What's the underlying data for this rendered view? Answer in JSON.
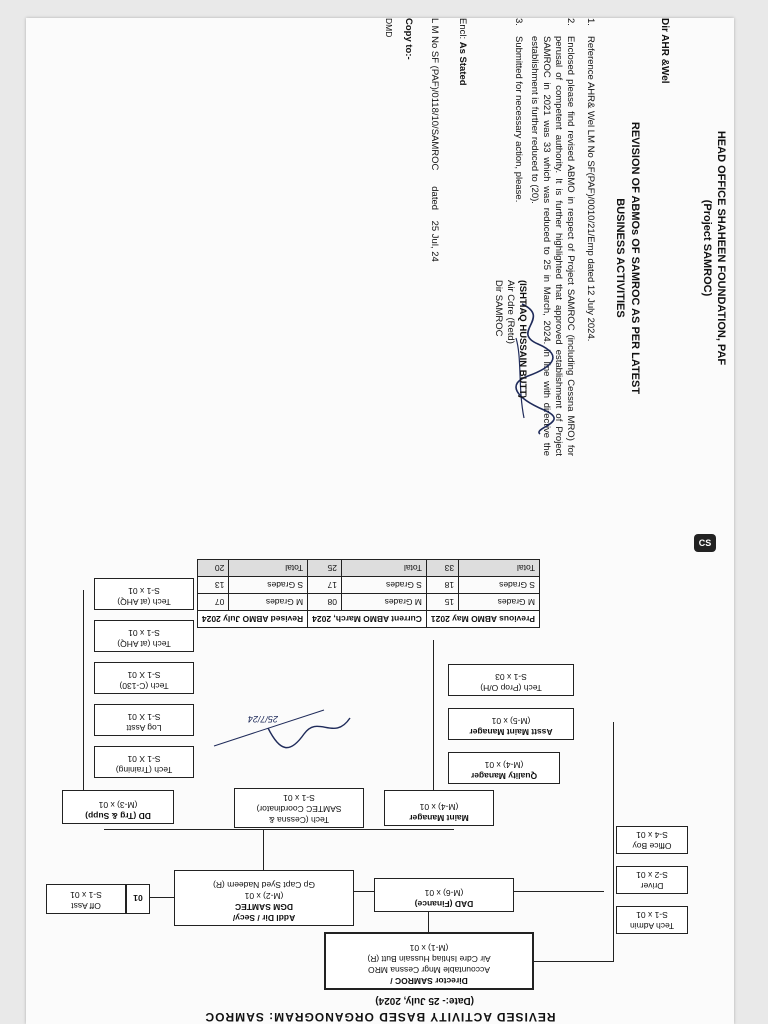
{
  "memo": {
    "org_name": "HEAD OFFICE SHAHEEN FOUNDATION, PAF",
    "org_project": "(Project SAMROC)",
    "to": "Dir AHR &Wel",
    "subject_line1": "REVISION OF ABMOs OF SAMROC AS PER LATEST",
    "subject_line2": "BUSINESS ACTIVITIES",
    "paragraphs": [
      {
        "num": "1.",
        "text": "Reference AHR& Wel LM No SF(PAF)/0010/21/Emp dated 12 July 2024."
      },
      {
        "num": "2.",
        "text": "Enclosed please find revised ABMO in respect of Project SAMROC (including Cessna MRO) for perusal of competent authority. It is further highlighted that approved establishment of Project SAMROC in 2021 was 33 which was reduced to 25 in March, 2024. In line with directive the establishment is further reduced to (20)."
      },
      {
        "num": "3.",
        "text": "Submitted for necessary action, please."
      }
    ],
    "signatory_name": "(ISHTIAQ HUSSAIN BUTT)",
    "signatory_rank": "Air Cdre (Retd)",
    "signatory_post": "Dir SAMROC",
    "encl_label": "Encl:",
    "encl_value": "As Stated",
    "lm_no": "L M No SF (PAF)/0118/10/SAMROC",
    "dated_label": "dated",
    "dated_value": "25 Jul, 24",
    "copy_to": "Copy to:-",
    "copy_list": "DMD",
    "scanner_badge": "CS"
  },
  "chart": {
    "title": "REVISED ACTIVITY BASED ORGANOGRAM: SAMROC",
    "date": "(Date:-     25 July, 2024)",
    "boxes": {
      "director": [
        "Director SAMROC /",
        "Accountable Mngr Cessna MRO",
        "Air Cdre Ishtiaq Hussain Butt (R)",
        "(M-1) x 01"
      ],
      "tech_admin": [
        "Tech Admin",
        "S-1 x 01"
      ],
      "driver": [
        "Driver",
        "S-2 x 01"
      ],
      "office_boy": [
        "Office Boy",
        "S-4 x 01"
      ],
      "addl_dir": [
        "Addl Dir / Secy/",
        "DGM SAMTEC",
        "(M-2) x 01",
        "Gp Capt Syed Nadeem (R)"
      ],
      "dad_finance": [
        "DAD (Finance)",
        "(M-6)  x  01"
      ],
      "off_asst": [
        "Off Asst",
        "S-1 x 01"
      ],
      "off_asst_count": "01",
      "maint_manager": [
        "Maint Manager",
        "(M-4)  x 01"
      ],
      "tech_cessna": [
        "Tech (Cessna &",
        "SAMTEC Coordinator)",
        "S-1 x 01"
      ],
      "dd_trg": [
        "DD (Trg & Supp)",
        "(M-3)  x 01"
      ],
      "quality_manager": [
        "Quality Manager",
        "(M-4) x 01"
      ],
      "asstt_maint": [
        "Asstt Maint Manager",
        "(M-5) x 01"
      ],
      "tech_prop": [
        "Tech (Prop O/H)",
        "S-1  x 03"
      ],
      "tech_training": [
        "Tech (Training)",
        "S-1 X 01"
      ],
      "log_asst": [
        "Log Asstt",
        "S-1  X  01"
      ],
      "tech_c130": [
        "Tech (C-130)",
        "S-1 X 01"
      ],
      "tech_ahq1": [
        "Tech (at AHQ)",
        "S-1 x 01"
      ],
      "tech_ahq2": [
        "Tech (at AHQ)",
        "S-1 x 01"
      ]
    },
    "table": {
      "headers": [
        "Previous ABMO May 2021",
        "Current ABMO March, 2024",
        "Revised ABMO July 2024"
      ],
      "rows": [
        [
          "M Grades",
          "15",
          "M Grades",
          "08",
          "M Grades",
          "07"
        ],
        [
          "S  Grades",
          "18",
          "S  Grades",
          "17",
          "S  Grades",
          "13"
        ],
        [
          "Total",
          "33",
          "Total",
          "25",
          "Total",
          "20"
        ]
      ]
    },
    "initials_date": "25/7/24"
  },
  "colors": {
    "ink": "#111111",
    "paper": "#fbfbfb",
    "shade": "#dddddd"
  }
}
